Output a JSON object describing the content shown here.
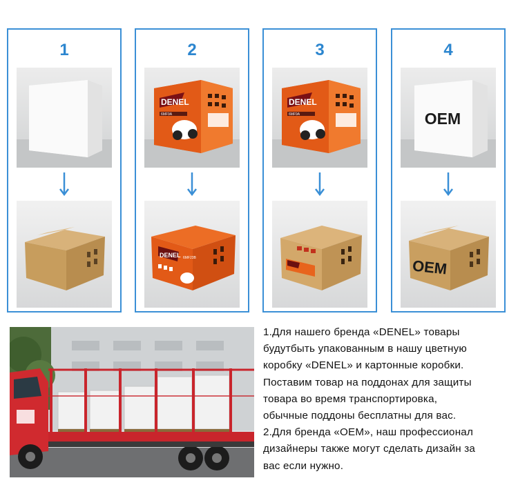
{
  "steps": [
    {
      "number": "1"
    },
    {
      "number": "2"
    },
    {
      "number": "3"
    },
    {
      "number": "4",
      "box_label": "OEM",
      "carton_label": "OEM"
    }
  ],
  "packaging": {
    "brand_box_text": "DENEL",
    "model_text": "6MF9A",
    "carton_model_text": "6MF23B"
  },
  "description": {
    "lines": [
      "1.Для нашего бренда «DENEL» товары",
      "будутбыть упакованным в нашу цветную",
      "коробку «DENEL» и картонные коробки.",
      "Поставим товар на поддонах для защиты",
      "товара во время транспортировка,",
      "обычные поддоны бесплатны для вас.",
      "2.Для бренда «OEM», наш профессионал",
      "дизайнеры также могут сделать дизайн за",
      "вас если нужно."
    ]
  },
  "colors": {
    "accent_blue": "#2c86cf",
    "border_blue": "#3a8fd6",
    "brand_orange": "#e8641c",
    "carton": "#c9a265",
    "truck_red": "#c9252c"
  }
}
